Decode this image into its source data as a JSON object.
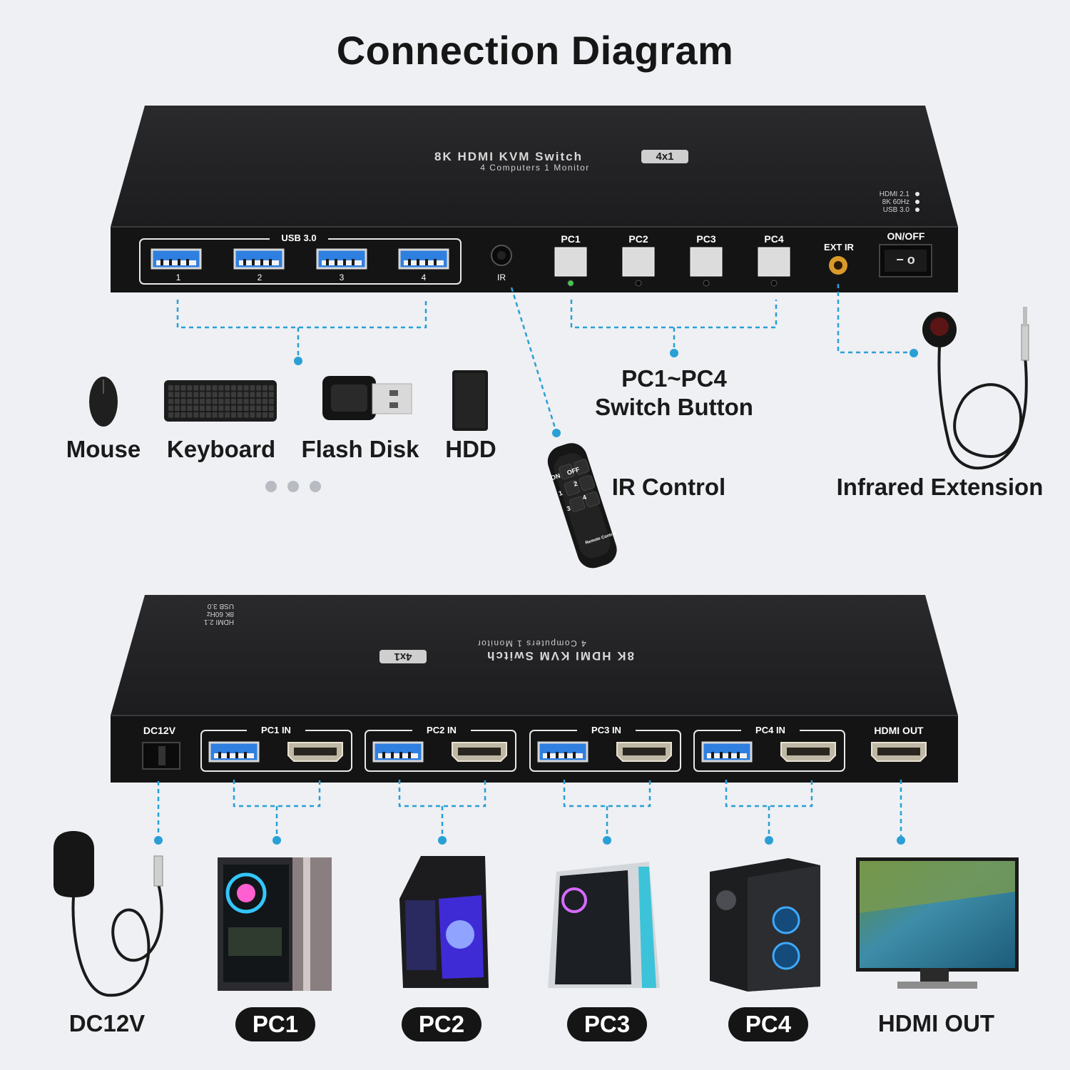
{
  "title": "Connection Diagram",
  "device": {
    "name": "8K HDMI KVM Switch",
    "badge": "4x1",
    "subtitle": "4 Computers 1 Monitor",
    "specs": [
      "HDMI 2.1",
      "8K 60Hz",
      "USB 3.0"
    ]
  },
  "front": {
    "usb_group_label": "USB 3.0",
    "usb_ports": [
      "1",
      "2",
      "3",
      "4"
    ],
    "ir_label": "IR",
    "pc_buttons": [
      "PC1",
      "PC2",
      "PC3",
      "PC4"
    ],
    "ext_ir_label": "EXT IR",
    "power_label": "ON/OFF",
    "power_glyph": "− o"
  },
  "rear": {
    "dc_label": "DC12V",
    "pc_inputs": [
      "PC1 IN",
      "PC2 IN",
      "PC3 IN",
      "PC4 IN"
    ],
    "hdmi_out_label": "HDMI OUT"
  },
  "peripherals": [
    "Mouse",
    "Keyboard",
    "Flash Disk",
    "HDD"
  ],
  "switch_button_label": [
    "PC1~PC4",
    "Switch Button"
  ],
  "ir_control_label": "IR Control",
  "remote": {
    "on": "ON",
    "off": "OFF",
    "keys": [
      "1",
      "2",
      "3",
      "4"
    ],
    "brand": "Remote Control"
  },
  "infrared_label": "Infrared Extension",
  "bottom_labels": {
    "dc": "DC12V",
    "pcs": [
      "PC1",
      "PC2",
      "PC3",
      "PC4"
    ],
    "hdmi_out": "HDMI OUT"
  },
  "colors": {
    "accent": "#2a9fd6",
    "device": "#1d1d1f",
    "background": "#eef0f3"
  }
}
